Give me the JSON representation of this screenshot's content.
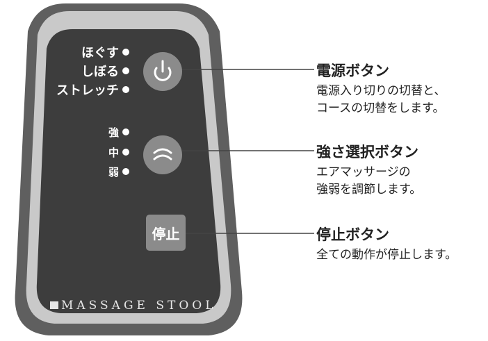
{
  "panel": {
    "mode_labels": [
      "ほぐす",
      "しぼる",
      "ストレッチ"
    ],
    "intensity_labels": [
      "強",
      "中",
      "弱"
    ],
    "stop_label": "停止",
    "brand": "MASSAGE STOOL",
    "colors": {
      "frame": "#5f5f5f",
      "surface": "#3d3d3d",
      "button": "#8b8b8b",
      "led": "#ffffff"
    }
  },
  "callouts": {
    "power": {
      "title": "電源ボタン",
      "desc": [
        "電源入り切りの切替と、",
        "コースの切替をします。"
      ]
    },
    "strength": {
      "title": "強さ選択ボタン",
      "desc": [
        "エアマッサージの",
        "強弱を調節します。"
      ]
    },
    "stop": {
      "title": "停止ボタン",
      "desc": [
        "全ての動作が停止します。"
      ]
    }
  },
  "icons": {
    "power_button": "power-icon",
    "strength_button": "wave-icon",
    "brand_mark": "square-mark-icon"
  }
}
